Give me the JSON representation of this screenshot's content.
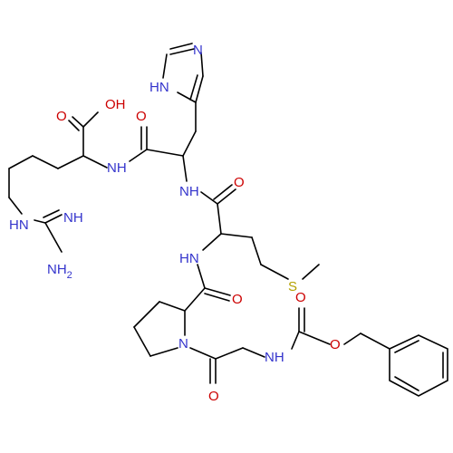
{
  "colors": {
    "bond": "#000000",
    "nitrogen": "#3333cc",
    "oxygen": "#cc0000",
    "sulfur": "#b3a000"
  },
  "atoms": {
    "oh_acid": "OH",
    "o_acid": "O",
    "o_his_amide": "O",
    "o_met_amide": "O",
    "o_pro_amide": "O",
    "o_gly_amide": "O",
    "o_carbamate": "O",
    "o_ester": "O",
    "nh_arg_his": "NH",
    "nh_his_met": "NH",
    "nh_met_pro": "HN",
    "nh_gly": "NH",
    "n_pro": "N",
    "nh_imidazole": "HN",
    "n_imidazole": "N",
    "s_met": "S",
    "nh_guan_imine": "NH",
    "nh_guan_link": "HN",
    "nh2_guan": "NH",
    "nh2_sub": "2"
  }
}
